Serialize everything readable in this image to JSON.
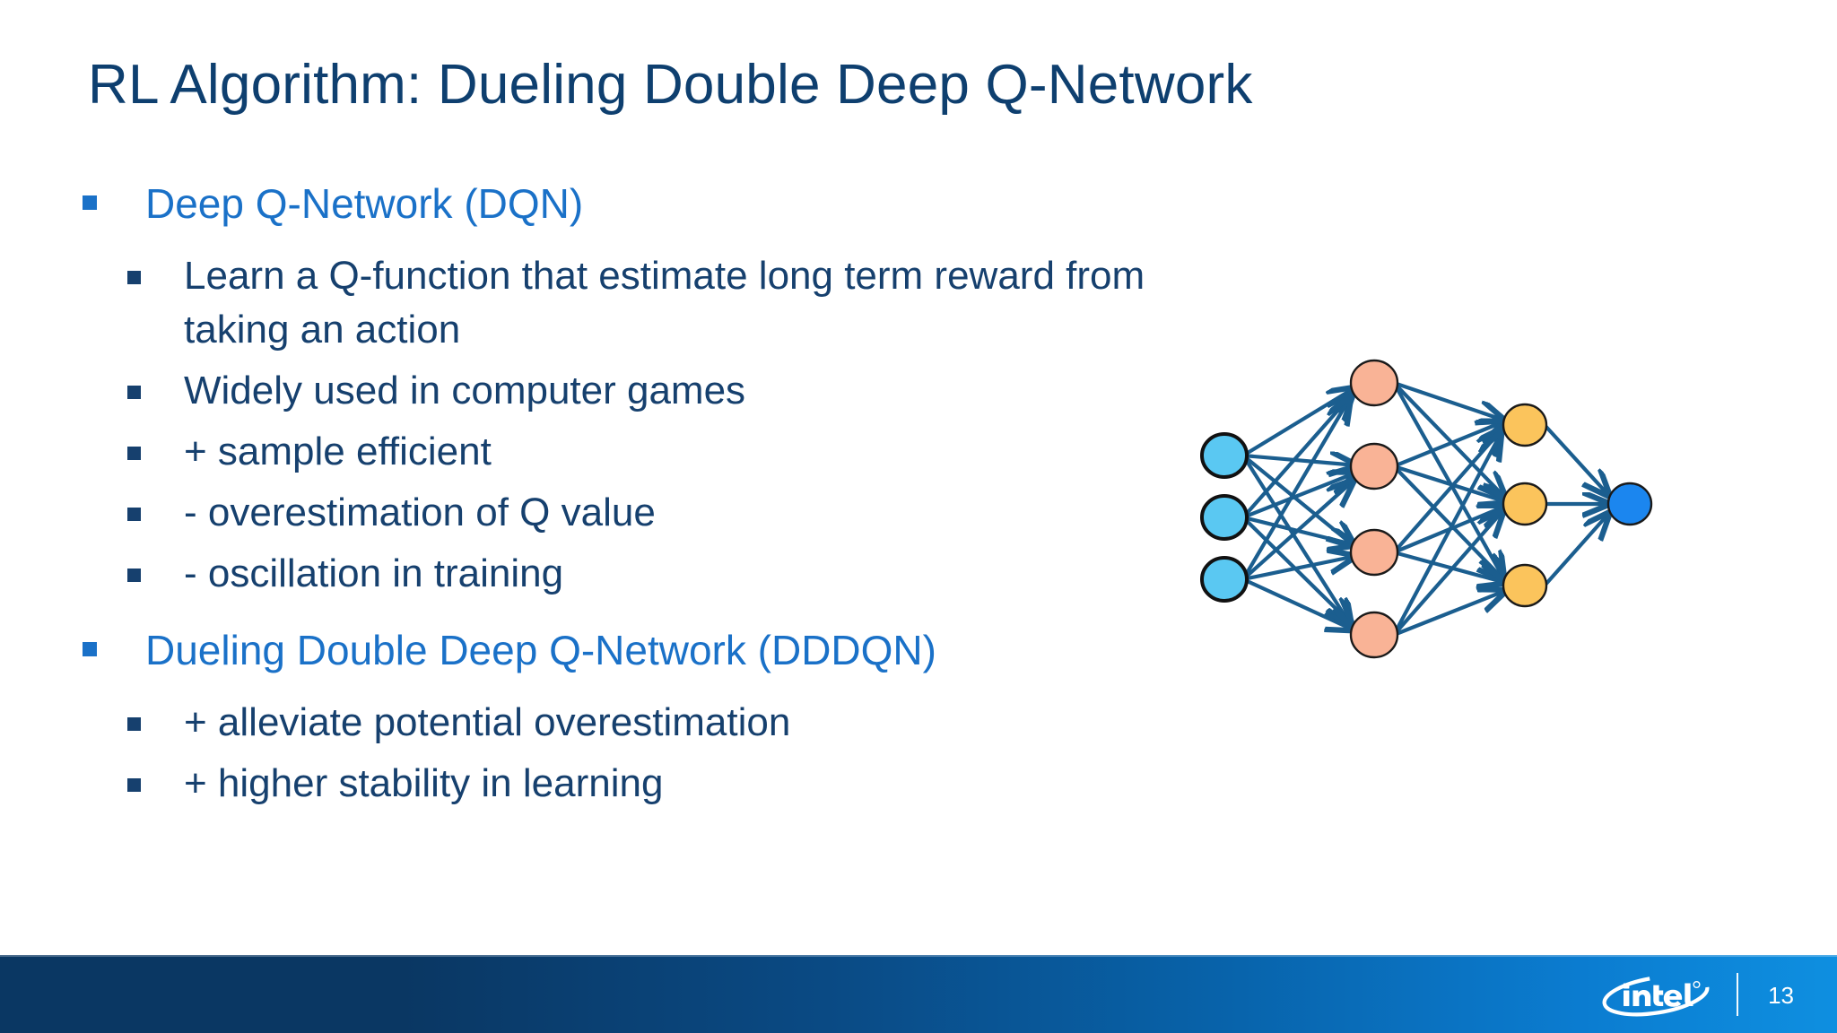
{
  "slide": {
    "title": "RL Algorithm: Dueling Double Deep Q-Network",
    "page_number": "13",
    "brand": "intel",
    "colors": {
      "title": "#0e3f6f",
      "level1_text": "#1a71c8",
      "level2_text": "#16406e",
      "footer_dark": "#0a3763",
      "footer_light": "#0e8fe0",
      "background": "#ffffff"
    }
  },
  "bullets": [
    {
      "level": 1,
      "text": "Deep Q-Network (DQN)",
      "children": [
        {
          "level": 2,
          "text": "Learn a Q-function that estimate long term reward from taking an action"
        },
        {
          "level": 2,
          "text": "Widely used in computer games"
        },
        {
          "level": 2,
          "text": "+ sample efficient"
        },
        {
          "level": 2,
          "text": "- overestimation of Q value"
        },
        {
          "level": 2,
          "text": "- oscillation in training"
        }
      ]
    },
    {
      "level": 1,
      "text": "Dueling Double Deep Q-Network (DDDQN)",
      "children": [
        {
          "level": 2,
          "text": "+ alleviate potential overestimation"
        },
        {
          "level": 2,
          "text": "+ higher stability in learning"
        }
      ]
    }
  ],
  "diagram": {
    "name": "neural-network-diagram",
    "layers": [
      {
        "name": "input-layer",
        "node_count": 3,
        "color": "#5ac8f2"
      },
      {
        "name": "hidden-layer-1",
        "node_count": 4,
        "color": "#f9b396"
      },
      {
        "name": "hidden-layer-2",
        "node_count": 3,
        "color": "#fbc45c"
      },
      {
        "name": "output-layer",
        "node_count": 1,
        "color": "#1b86ef"
      }
    ],
    "edge_color": "#1b5e8f"
  },
  "footer": {
    "page_number": "13",
    "logo_label": "intel"
  }
}
